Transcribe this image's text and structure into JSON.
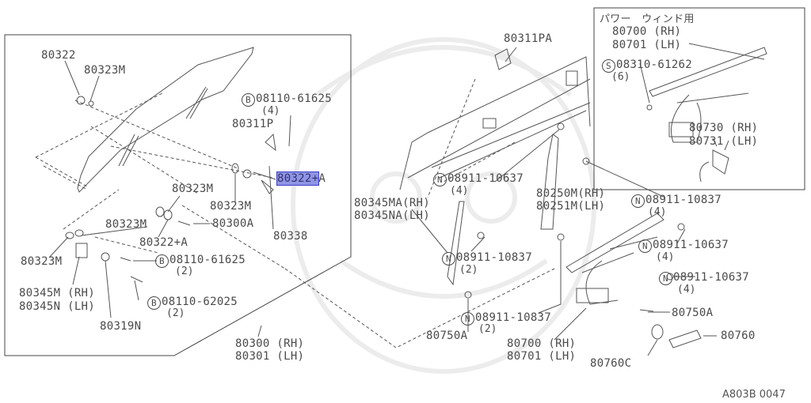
{
  "diagram": {
    "code": "A803B 0047",
    "highlight_color": "#8f94e6",
    "inset": {
      "title": "パワー　ウィンド用",
      "regulator_rh": "80700 (RH)",
      "regulator_lh": "80701 (LH)",
      "screw_prefix": "S",
      "screw": "08310-61262",
      "screw_qty": "(6)",
      "motor_rh": "80730 (RH)",
      "motor_lh": "80731 (LH)"
    },
    "left": {
      "p80322": "80322",
      "p80323m_a": "80323M",
      "bolt1_prefix": "B",
      "bolt1": "08110-61625",
      "bolt1_qty": "(4)",
      "p80311p": "80311P",
      "p80322a_hl": "80322+",
      "p80322a_hl_suffix": "A",
      "p80323m_b": "80323M",
      "p80323m_c": "80323M",
      "p80300a": "80300A",
      "p80338": "80338",
      "p80323m_d": "80323M",
      "p80322a": "80322+A",
      "p80323m_e": "80323M",
      "bolt2_prefix": "B",
      "bolt2": "08110-61625",
      "bolt2_qty": "(2)",
      "p80345m": "80345M (RH)",
      "p80345n": "80345N (LH)",
      "bolt3_prefix": "B",
      "bolt3": "08110-62025",
      "bolt3_qty": "(2)",
      "p80319n": "80319N",
      "glass_rh": "80300 (RH)",
      "glass_lh": "80301 (LH)"
    },
    "right": {
      "p80311pa": "80311PA",
      "nut1_prefix": "N",
      "nut1": "08911-10637",
      "nut1_qty": "(4)",
      "p80345ma": "80345MA(RH)",
      "p80345na": "80345NA(LH)",
      "p80250m": "80250M(RH)",
      "p80251m": "80251M(LH)",
      "nut2_prefix": "N",
      "nut2": "08911-10837",
      "nut2_qty": "(4)",
      "nut3_prefix": "N",
      "nut3": "08911-10637",
      "nut3_qty": "(4)",
      "nut4_prefix": "N",
      "nut4": "08911-10837",
      "nut4_qty": "(2)",
      "nut5_prefix": "N",
      "nut5": "08911-10637",
      "nut5_qty": "(4)",
      "nut6_prefix": "N",
      "nut6": "08911-10837",
      "nut6_qty": "(2)",
      "p80750a_a": "80750A",
      "p80750a_b": "80750A",
      "p80760": "80760",
      "regulator_rh": "80700 (RH)",
      "regulator_lh": "80701 (LH)",
      "p80760c": "80760C"
    }
  }
}
